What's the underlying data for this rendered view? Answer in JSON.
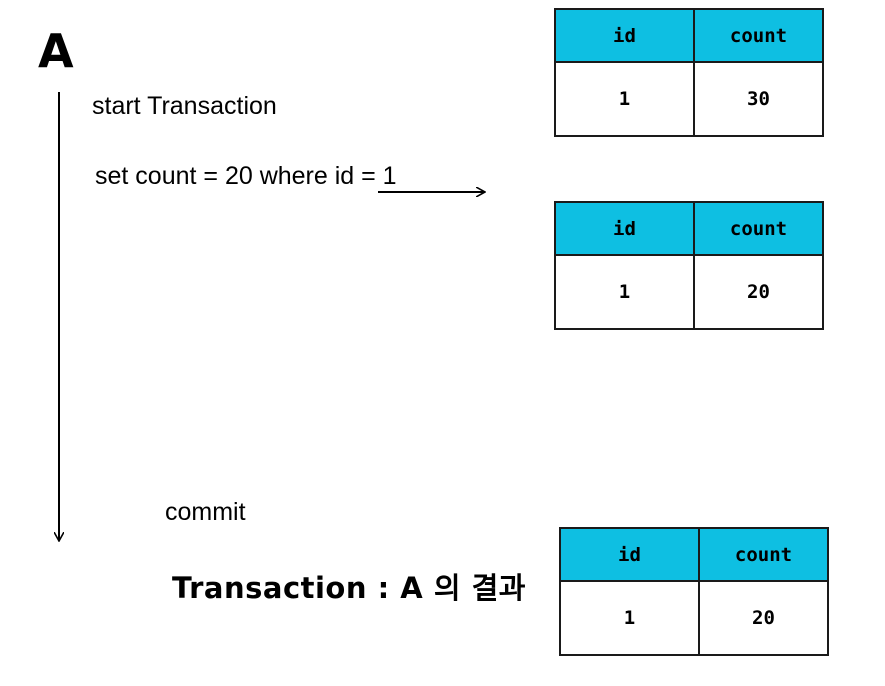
{
  "actor": "A",
  "steps": {
    "start": "start Transaction",
    "update": "set count = 20 where id = 1",
    "commit": "commit"
  },
  "caption": "Transaction : A 의 결과",
  "tables": [
    {
      "headers": [
        "id",
        "count"
      ],
      "row": [
        "1",
        "30"
      ]
    },
    {
      "headers": [
        "id",
        "count"
      ],
      "row": [
        "1",
        "20"
      ]
    },
    {
      "headers": [
        "id",
        "count"
      ],
      "row": [
        "1",
        "20"
      ]
    }
  ],
  "colors": {
    "header_bg": "#0ebfe2",
    "border": "#1a1a1a"
  }
}
